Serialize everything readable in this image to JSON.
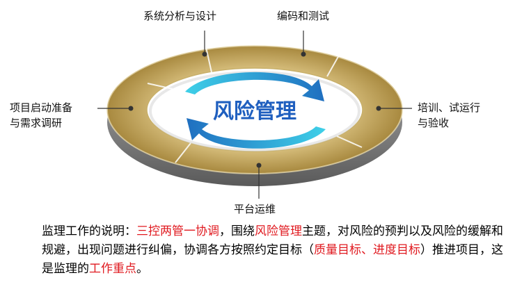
{
  "diagram": {
    "center_title": "风险管理",
    "phases": {
      "top_left": "系统分析与设计",
      "top_right": "编码和测试",
      "left_line1": "项目启动准备",
      "left_line2": "与需求调研",
      "right_line1": "培训、试运行",
      "right_line2": "与验收",
      "bottom": "平台运维"
    }
  },
  "explanation": {
    "p1": "监理工作的说明：",
    "h1": "三控两管一协调",
    "p2": "，围绕",
    "h2": "风险管理",
    "p3": "主题，对风险的预判以及风险的缓解和规避，出现问题进行纠偏，协调各方按照约定目标（",
    "h3": "质量目标、进度目标",
    "p4": "）推进项目，这是监理的",
    "h4": "工作重点",
    "p5": "。"
  },
  "colors": {
    "ring_gold": "#c9b062",
    "ring_gold_dark": "#9c8038",
    "ring_side": "#8a8a8a",
    "arrow_blue": "#1f78c8",
    "arrow_cyan": "#3fd0e8",
    "title_blue": "#1f5fbf",
    "highlight_red": "#e0191f"
  }
}
